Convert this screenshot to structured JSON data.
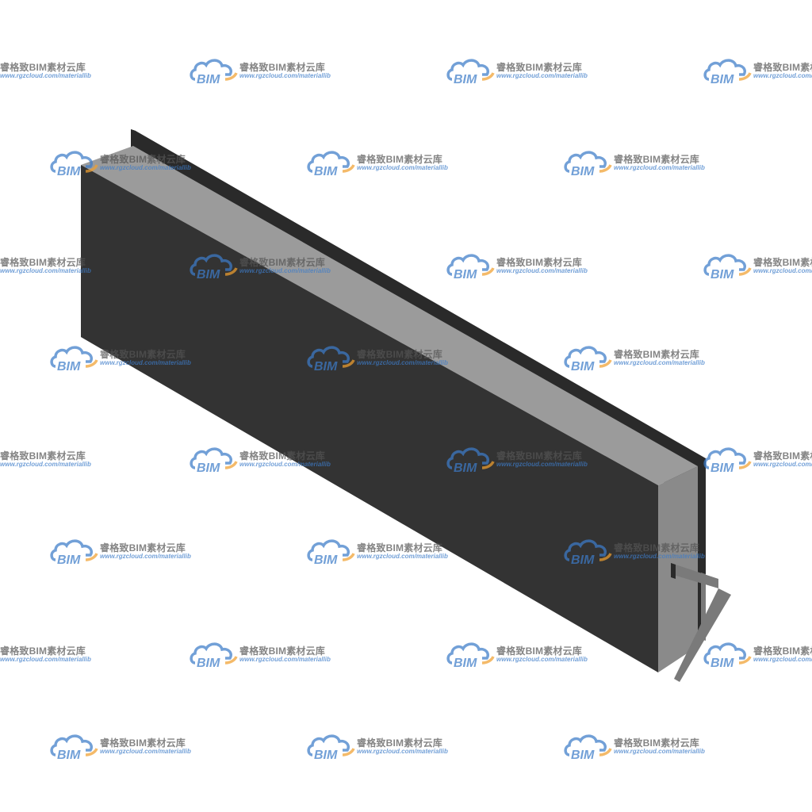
{
  "watermark": {
    "title": "睿格致BIM素材云库",
    "url": "www.rgzcloud.com/materiallib",
    "logo_text": "BIM",
    "logo_icon": "cloud-bim-logo-icon",
    "colors": {
      "cloud": "#3d7cc9",
      "swoosh": "#f0a030",
      "text": "#555555"
    }
  },
  "model": {
    "object": "grille-diffuser-3d-model",
    "colors": {
      "front_face": "#333333",
      "top_face": "#9b9b9b",
      "back_flange": "#2a2a2a",
      "end_face": "#8a8a8a",
      "bracket": "#7a7a7a"
    }
  }
}
